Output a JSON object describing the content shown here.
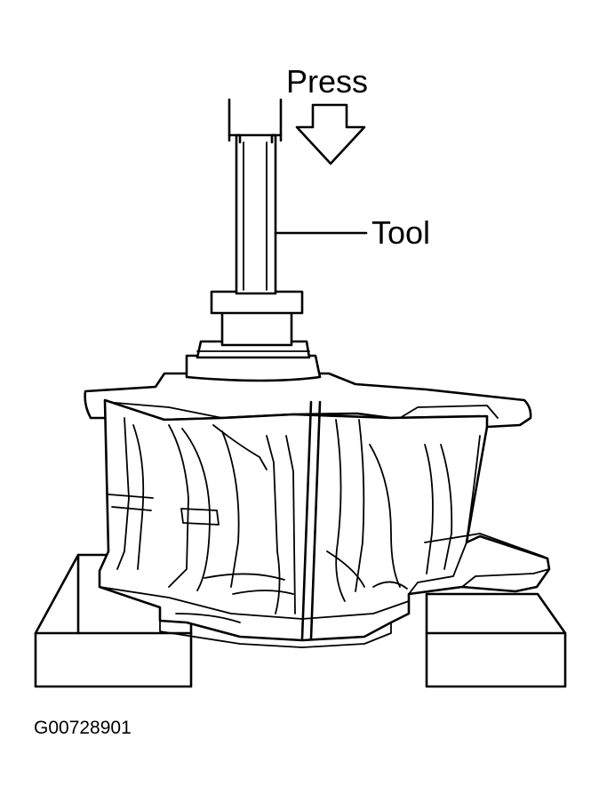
{
  "labels": {
    "press": "Press",
    "tool": "Tool",
    "figure_id": "G00728901"
  },
  "icons": {
    "press_direction": "arrow-down-icon"
  },
  "colors": {
    "line": "#000000",
    "background": "#ffffff"
  }
}
